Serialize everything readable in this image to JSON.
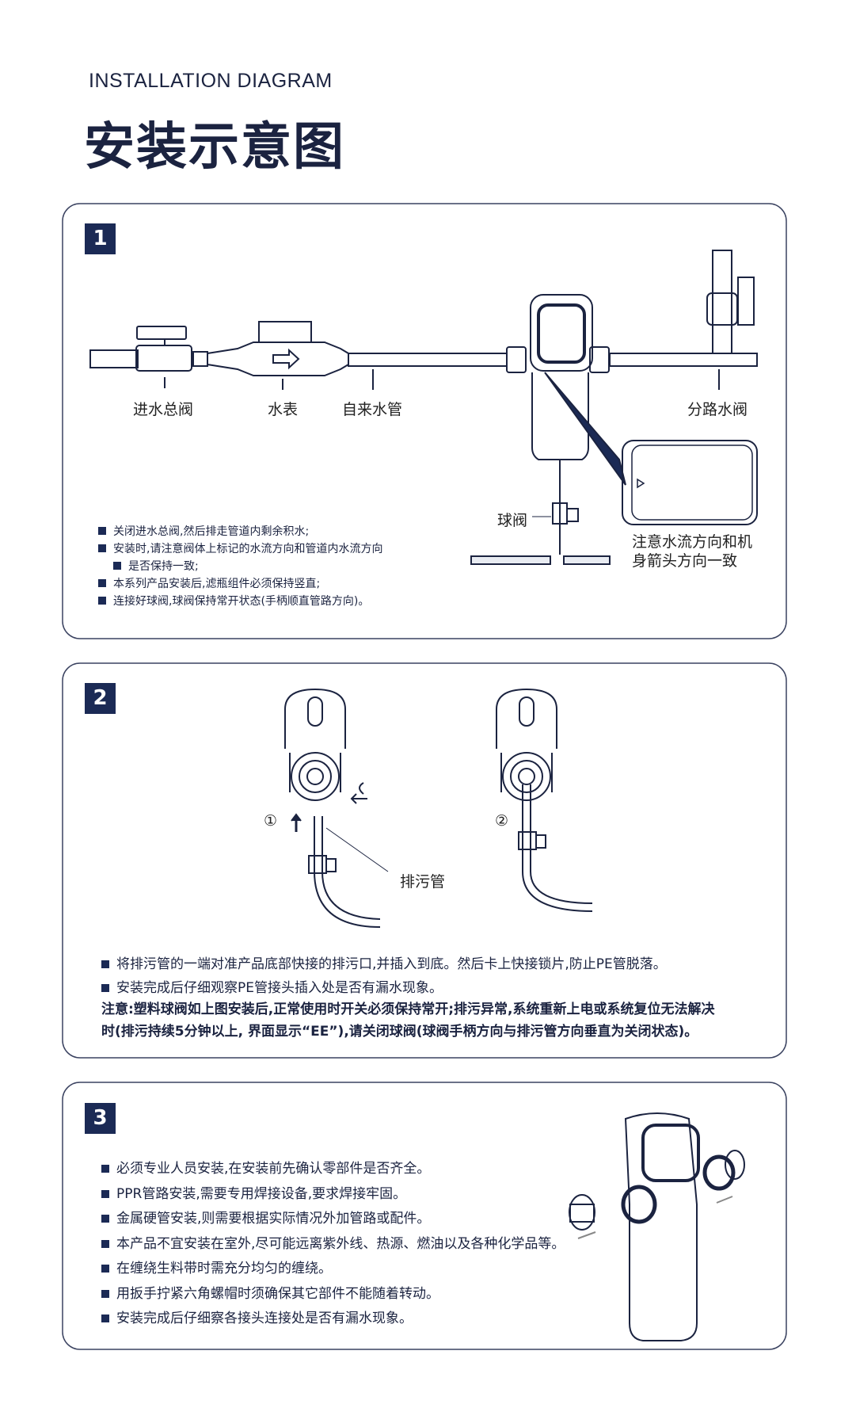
{
  "header": {
    "title_en": "INSTALLATION DIAGRAM",
    "title_cn": "安装示意图"
  },
  "step1": {
    "number": "1",
    "labels": {
      "inlet_valve": "进水总阀",
      "water_meter": "水表",
      "tap_pipe": "自来水管",
      "branch_valve": "分路水阀",
      "ball_valve": "球阀"
    },
    "callout": [
      "注意水流方向和机",
      "身箭头方向一致"
    ],
    "bullets": [
      "关闭进水总阀,然后排走管道内剩余积水;",
      "安装时,请注意阀体上标记的水流方向和管道内水流方向",
      "是否保持一致;",
      "本系列产品安装后,滤瓶组件必须保持竖直;",
      "连接好球阀,球阀保持常开状态(手柄顺直管路方向)。"
    ]
  },
  "step2": {
    "number": "2",
    "labels": {
      "drain_pipe": "排污管",
      "step_a": "①",
      "step_b": "②"
    },
    "bullets": [
      "将排污管的一端对准产品底部快接的排污口,并插入到底。然后卡上快接锁片,防止PE管脱落。",
      "安装完成后仔细观察PE管接头插入处是否有漏水现象。"
    ],
    "note": [
      "注意:塑料球阀如上图安装后,正常使用时开关必须保持常开;排污异常,系统重新上电或系统复位无法解决",
      "时(排污持续5分钟以上, 界面显示“EE”),请关闭球阀(球阀手柄方向与排污管方向垂直为关闭状态)。"
    ]
  },
  "step3": {
    "number": "3",
    "bullets": [
      "必须专业人员安装,在安装前先确认零部件是否齐全。",
      "PPR管路安装,需要专用焊接设备,要求焊接牢固。",
      "金属硬管安装,则需要根据实际情况外加管路或配件。",
      "本产品不宜安装在室外,尽可能远离紫外线、热源、燃油以及各种化学品等。",
      "在缠绕生料带时需充分均匀的缠绕。",
      "用扳手拧紧六角螺帽时须确保其它部件不能随着转动。",
      "安装完成后仔细察各接头连接处是否有漏水现象。"
    ]
  },
  "colors": {
    "navy": "#1b2a55",
    "line": "#1b2340"
  }
}
